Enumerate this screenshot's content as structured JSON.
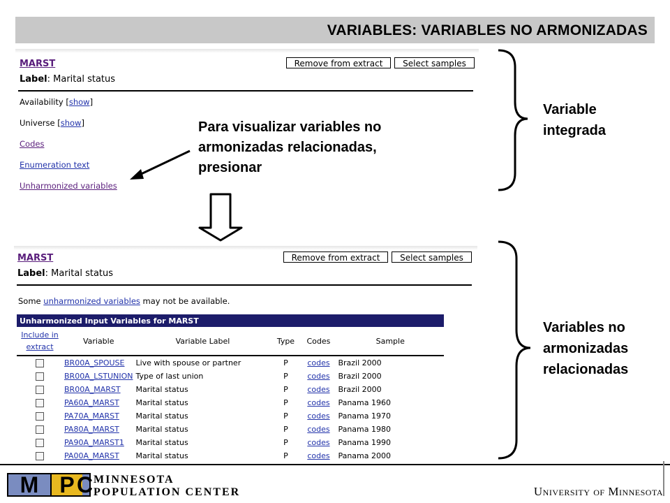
{
  "title": "VARIABLES: VARIABLES NO ARMONIZADAS",
  "top_panel": {
    "variable": "MARST",
    "label_key": "Label",
    "label_value": ": Marital status",
    "buttons": {
      "remove": "Remove from extract",
      "select": "Select samples"
    },
    "availability": "Availability",
    "universe": "Universe",
    "show": "show",
    "links": {
      "codes": "Codes",
      "enumeration": "Enumeration text",
      "unharmonized": "Unharmonized variables"
    }
  },
  "callout": "Para visualizar variables no armonizadas relacionadas, presionar",
  "brace_labels": {
    "top": [
      "Variable",
      "integrada"
    ],
    "bottom": [
      "Variables no",
      "armonizadas",
      "relacionadas"
    ]
  },
  "bottom_panel": {
    "variable": "MARST",
    "label_key": "Label",
    "label_value": ": Marital status",
    "buttons": {
      "remove": "Remove from extract",
      "select": "Select samples"
    },
    "notice_pre": "Some ",
    "notice_link": "unharmonized variables",
    "notice_post": " may not be available.",
    "table": {
      "caption": "Unharmonized Input Variables for MARST",
      "headers": {
        "include": "Include in extract",
        "variable": "Variable",
        "label": "Variable Label",
        "type": "Type",
        "codes": "Codes",
        "sample": "Sample"
      },
      "rows": [
        {
          "variable": "BR00A_SPOUSE",
          "label": "Live with spouse or partner",
          "type": "P",
          "codes": "codes",
          "sample": "Brazil 2000"
        },
        {
          "variable": "BR00A_LSTUNION",
          "label": "Type of last union",
          "type": "P",
          "codes": "codes",
          "sample": "Brazil 2000"
        },
        {
          "variable": "BR00A_MARST",
          "label": "Marital status",
          "type": "P",
          "codes": "codes",
          "sample": "Brazil 2000"
        },
        {
          "variable": "PA60A_MARST",
          "label": "Marital status",
          "type": "P",
          "codes": "codes",
          "sample": "Panama 1960"
        },
        {
          "variable": "PA70A_MARST",
          "label": "Marital status",
          "type": "P",
          "codes": "codes",
          "sample": "Panama 1970"
        },
        {
          "variable": "PA80A_MARST",
          "label": "Marital status",
          "type": "P",
          "codes": "codes",
          "sample": "Panama 1980"
        },
        {
          "variable": "PA90A_MARST1",
          "label": "Marital status",
          "type": "P",
          "codes": "codes",
          "sample": "Panama 1990"
        },
        {
          "variable": "PA00A_MARST",
          "label": "Marital status",
          "type": "P",
          "codes": "codes",
          "sample": "Panama 2000"
        }
      ]
    }
  },
  "footer": {
    "logo_letters": [
      "M",
      "P",
      "C"
    ],
    "mpc_line1": "MINNESOTA",
    "mpc_line2": "POPULATION CENTER",
    "university": "University of Minnesota"
  },
  "colors": {
    "title_bar": "#c8c8c8",
    "table_caption": "#1c1c6a",
    "link": "#2233aa",
    "visited_link": "#5a1e7c",
    "logo_blue": "#7a8cc0",
    "logo_gold": "#e8b820"
  }
}
